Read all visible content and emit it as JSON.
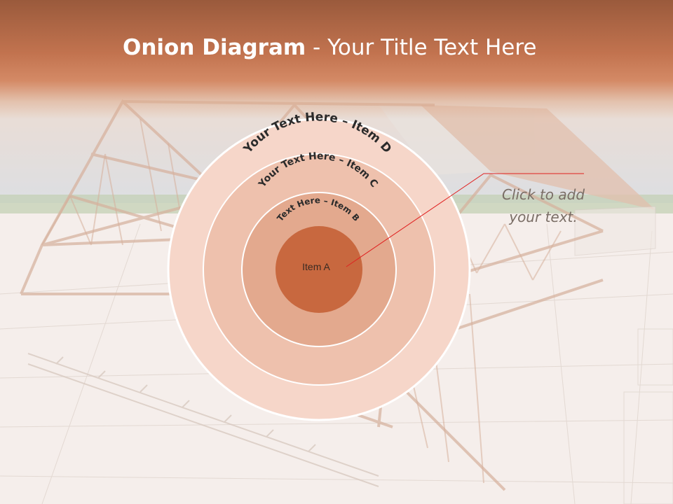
{
  "slide": {
    "title_bold": "Onion Diagram",
    "title_rest": " - Your Title Text Here"
  },
  "onion": {
    "layers": [
      {
        "id": "d",
        "label": "Your Text Here – Item D",
        "color": "#f6d6c9"
      },
      {
        "id": "c",
        "label": "Your Text Here – Item C",
        "color": "#eec1ad"
      },
      {
        "id": "b",
        "label": "Text Here – Item B",
        "color": "#e3a98e"
      },
      {
        "id": "a",
        "label": "Item A",
        "color": "#c8683f"
      }
    ]
  },
  "callout": {
    "text": "Click  to add\nyour text.",
    "line_color": "#e02020"
  },
  "colors": {
    "header": "#c2734f",
    "background": "#f3ebe5",
    "structure": "#c58f72"
  }
}
